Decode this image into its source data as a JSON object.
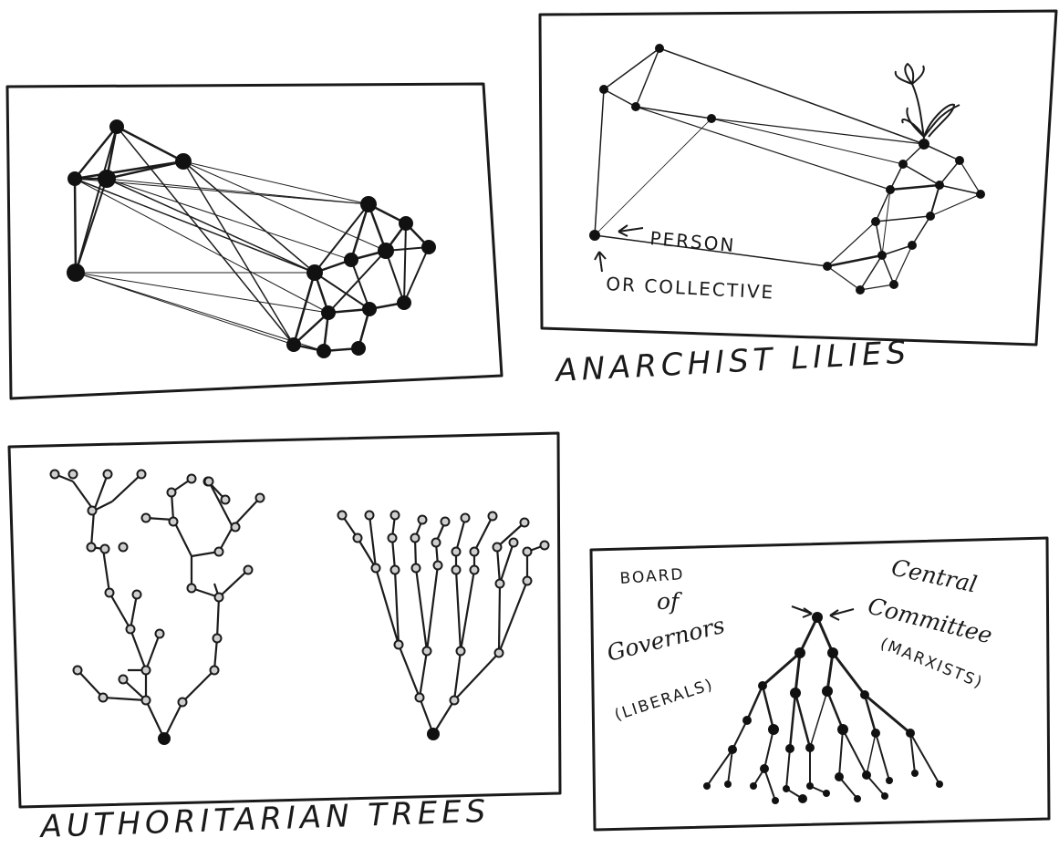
{
  "labels": {
    "anarchist_caption": "ANARCHIST LILIES",
    "authoritarian_caption": "AUTHORITARIAN TREES",
    "person": "PERSON",
    "or_collective": "OR COLLECTIVE",
    "board_line1": "BOARD",
    "board_line2": "of",
    "board_line3": "Governors",
    "liberals": "(LIBERALS)",
    "central_line1": "Central",
    "central_line2": "Committee",
    "marxists": "(MARXISTS)"
  },
  "colors": {
    "ink": "#111111",
    "paper": "#ffffff",
    "bud": "#cfcfcf"
  }
}
